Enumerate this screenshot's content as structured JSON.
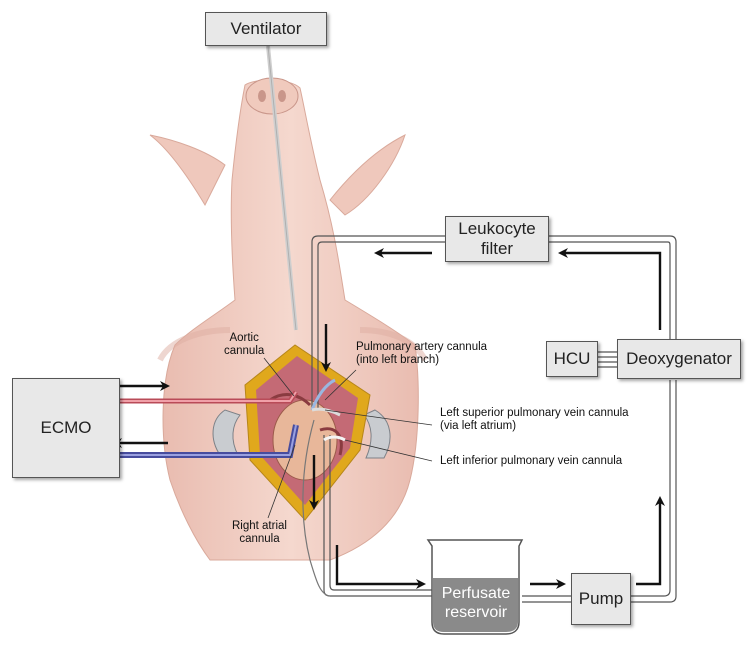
{
  "equipment": {
    "ventilator": "Ventilator",
    "ecmo": "ECMO",
    "leukocyte_filter": [
      "Leukocyte",
      "filter"
    ],
    "hcu": "HCU",
    "deoxygenator": "Deoxygenator",
    "perfusate_reservoir": [
      "Perfusate",
      "reservoir"
    ],
    "pump": "Pump"
  },
  "cannula_labels": {
    "aortic": [
      "Aortic",
      "cannula"
    ],
    "pulmonary_artery": [
      "Pulmonary artery cannula",
      "(into left branch)"
    ],
    "left_superior_pv": [
      "Left superior pulmonary vein cannula",
      "(via left atrium)"
    ],
    "left_inferior_pv": "Left inferior pulmonary vein cannula",
    "right_atrial": [
      "Right atrial",
      "cannula"
    ]
  },
  "colors": {
    "skin": "#f2cfc4",
    "skin_shadow": "#deaea2",
    "arterial_tube": "#e0707a",
    "venous_tube": "#6a6fc0",
    "incision_border": "#e0a81c",
    "box_fill": "#e8e8e8",
    "reservoir_fluid": "#8a8a8a",
    "arrow": "#111111"
  }
}
